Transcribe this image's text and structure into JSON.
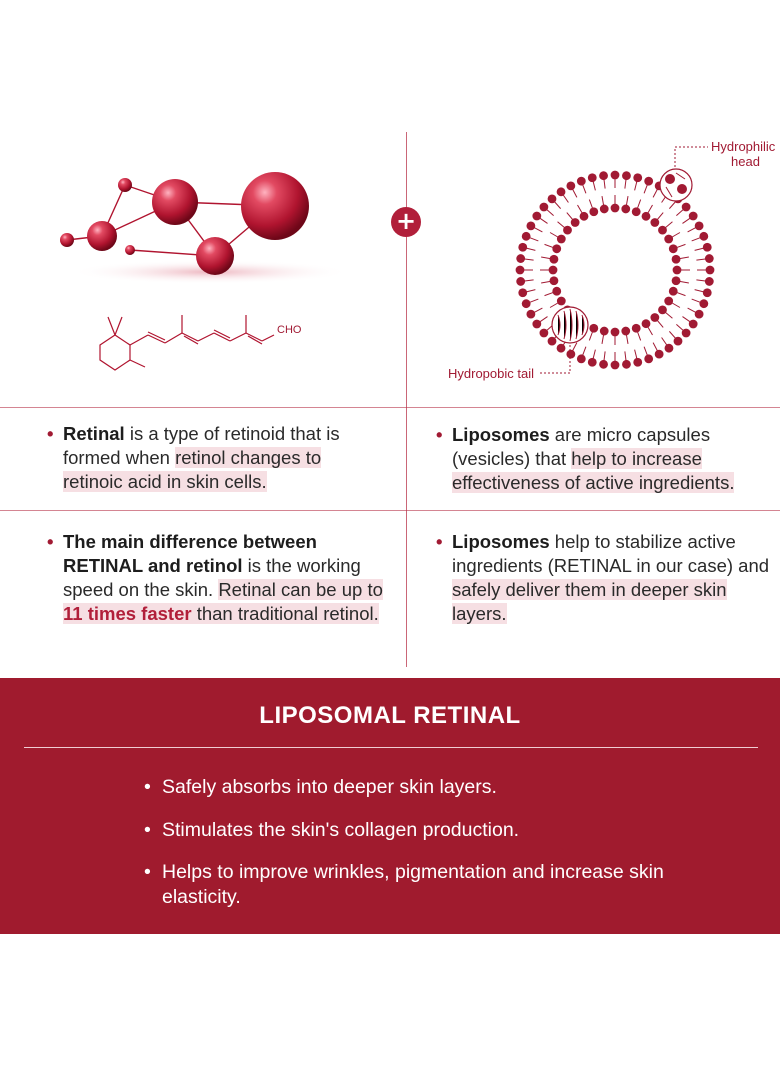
{
  "colors": {
    "accent": "#a01b2e",
    "highlight": "#f6dfe3",
    "text": "#2a2a2a"
  },
  "molecule": {
    "formula_label": "CHO"
  },
  "liposome": {
    "head_label_line1": "Hydrophilic",
    "head_label_line2": "head",
    "tail_label": "Hydropobic tail"
  },
  "plus_icon": "plus-icon",
  "left_points": [
    {
      "bold": "Retinal",
      "text_a": " is a type of retinoid that is formed when ",
      "highlight": "retinol changes to retinoic acid in skin cells."
    },
    {
      "bold": "The main difference between RETINAL and retinol",
      "text_a": " is the working speed  on the skin. ",
      "highlight_a": "Retinal can be up to ",
      "red": "11 times faster",
      "highlight_b": " than traditional retinol."
    }
  ],
  "right_points": [
    {
      "bold": "Liposomes",
      "text_a": " are micro capsules (vesicles) that ",
      "highlight": "help to increase effectiveness of active ingredients."
    },
    {
      "bold": "Liposomes",
      "text_a": " help to stabilize active ingredients (RETINAL in our case) and ",
      "highlight": "safely deliver them in deeper skin layers."
    }
  ],
  "banner": {
    "title": "LIPOSOMAL RETINAL",
    "benefits": [
      "Safely absorbs into deeper skin layers.",
      "Stimulates the skin's collagen production.",
      "Helps to improve wrinkles, pigmentation and increase skin elasticity."
    ]
  }
}
